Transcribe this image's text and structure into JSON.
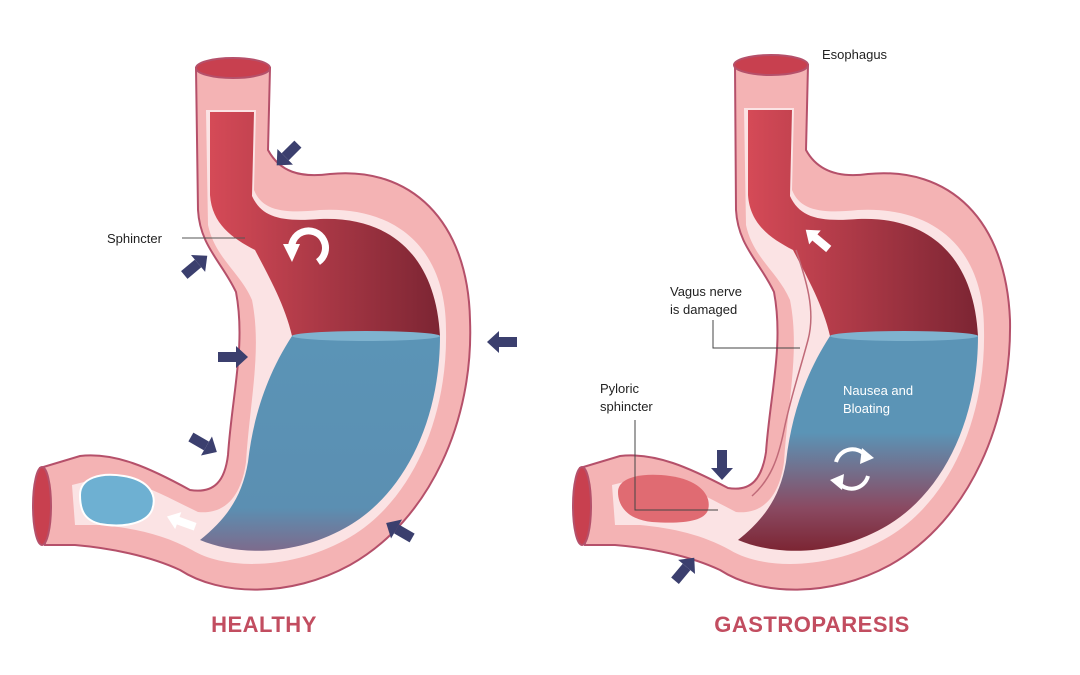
{
  "colors": {
    "wall": "#f4b3b4",
    "wall_edge": "#b5506a",
    "lining": "#fbe3e4",
    "chamber_red": "#c8404f",
    "chamber_dark": "#7c2533",
    "fluid_blue": "#5b94b6",
    "arrow_navy": "#3b3f6e",
    "title_red": "#c24d60"
  },
  "healthy": {
    "title": "HEALTHY",
    "sphincter_label": "Sphincter",
    "icons": [
      "rotate-arrow-icon",
      "pressure-arrow-icon",
      "flow-arrow-icon"
    ]
  },
  "gastroparesis": {
    "title": "GASTROPARESIS",
    "esophagus_label": "Esophagus",
    "vagus_label_line1": "Vagus nerve",
    "vagus_label_line2": "is damaged",
    "pyloric_label_line1": "Pyloric",
    "pyloric_label_line2": "sphincter",
    "symptom_line1": "Nausea and",
    "symptom_line2": "Bloating",
    "icons": [
      "cycle-arrows-icon",
      "pressure-arrow-icon",
      "flow-arrow-icon"
    ]
  }
}
